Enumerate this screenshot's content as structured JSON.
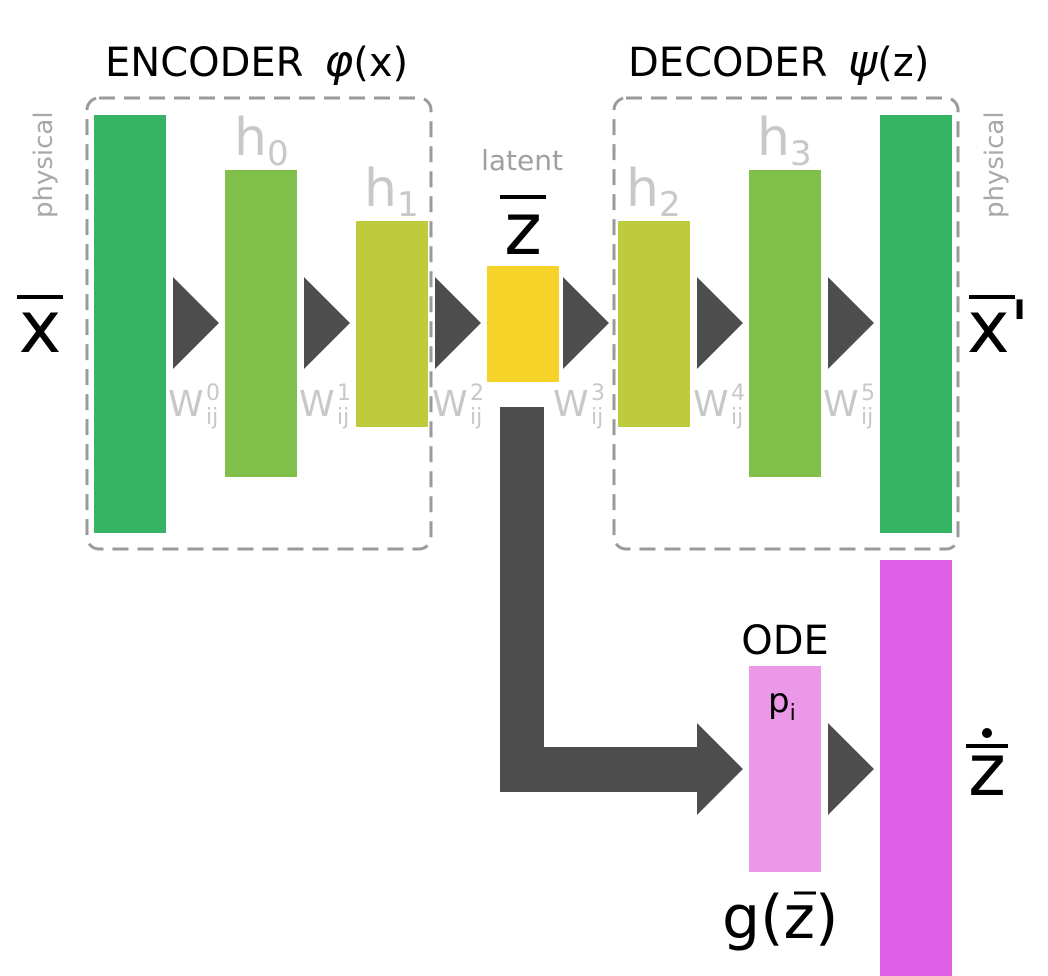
{
  "encoder": {
    "label": "ENCODER",
    "func": "φ",
    "arg": "(x)"
  },
  "decoder": {
    "label": "DECODER",
    "func": "ψ",
    "arg": "(z)"
  },
  "physical_left": "physical",
  "physical_right": "physical",
  "latent_label": "latent",
  "symbols": {
    "x": "x",
    "z": "z",
    "x_prime": "x'",
    "z_dot": "z"
  },
  "hidden": [
    {
      "base": "h",
      "sub": "0"
    },
    {
      "base": "h",
      "sub": "1"
    },
    {
      "base": "h",
      "sub": "2"
    },
    {
      "base": "h",
      "sub": "3"
    }
  ],
  "weights": [
    {
      "base": "W",
      "sup": "0",
      "sub": "ij"
    },
    {
      "base": "W",
      "sup": "1",
      "sub": "ij"
    },
    {
      "base": "W",
      "sup": "2",
      "sub": "ij"
    },
    {
      "base": "W",
      "sup": "3",
      "sub": "ij"
    },
    {
      "base": "W",
      "sup": "4",
      "sub": "ij"
    },
    {
      "base": "W",
      "sup": "5",
      "sub": "ij"
    }
  ],
  "ode": {
    "label": "ODE",
    "param": "p",
    "param_sub": "i",
    "func": "g(",
    "arg": "z",
    "close": ")"
  },
  "colors": {
    "layer_dark_green": "#35b564",
    "layer_mid_green": "#7fbf4a",
    "layer_yellow_green": "#bfcb3c",
    "latent_yellow": "#f6d328",
    "ode_light_pink": "#ec98e8",
    "ode_magenta": "#df60e6",
    "arrow_gray": "#4d4d4d",
    "label_gray": "#c8c8c8",
    "box_gray": "#9a9a9a"
  }
}
